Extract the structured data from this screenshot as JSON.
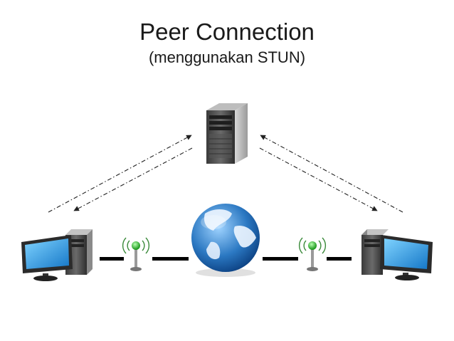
{
  "slide": {
    "title": "Peer Connection",
    "subtitle": "(menggunakan STUN)"
  },
  "diagram": {
    "nodes": [
      {
        "name": "stun-server",
        "icon": "server-icon"
      },
      {
        "name": "peer-left",
        "icon": "desktop-computer-icon"
      },
      {
        "name": "peer-right",
        "icon": "desktop-computer-icon"
      },
      {
        "name": "internet",
        "icon": "globe-icon"
      },
      {
        "name": "router-left",
        "icon": "wifi-antenna-icon"
      },
      {
        "name": "router-right",
        "icon": "wifi-antenna-icon"
      }
    ],
    "colors": {
      "monitor_screen": "#2aa4e0",
      "globe": "#2b78c2",
      "antenna_light": "#3cc23c",
      "link": "#000000"
    }
  }
}
